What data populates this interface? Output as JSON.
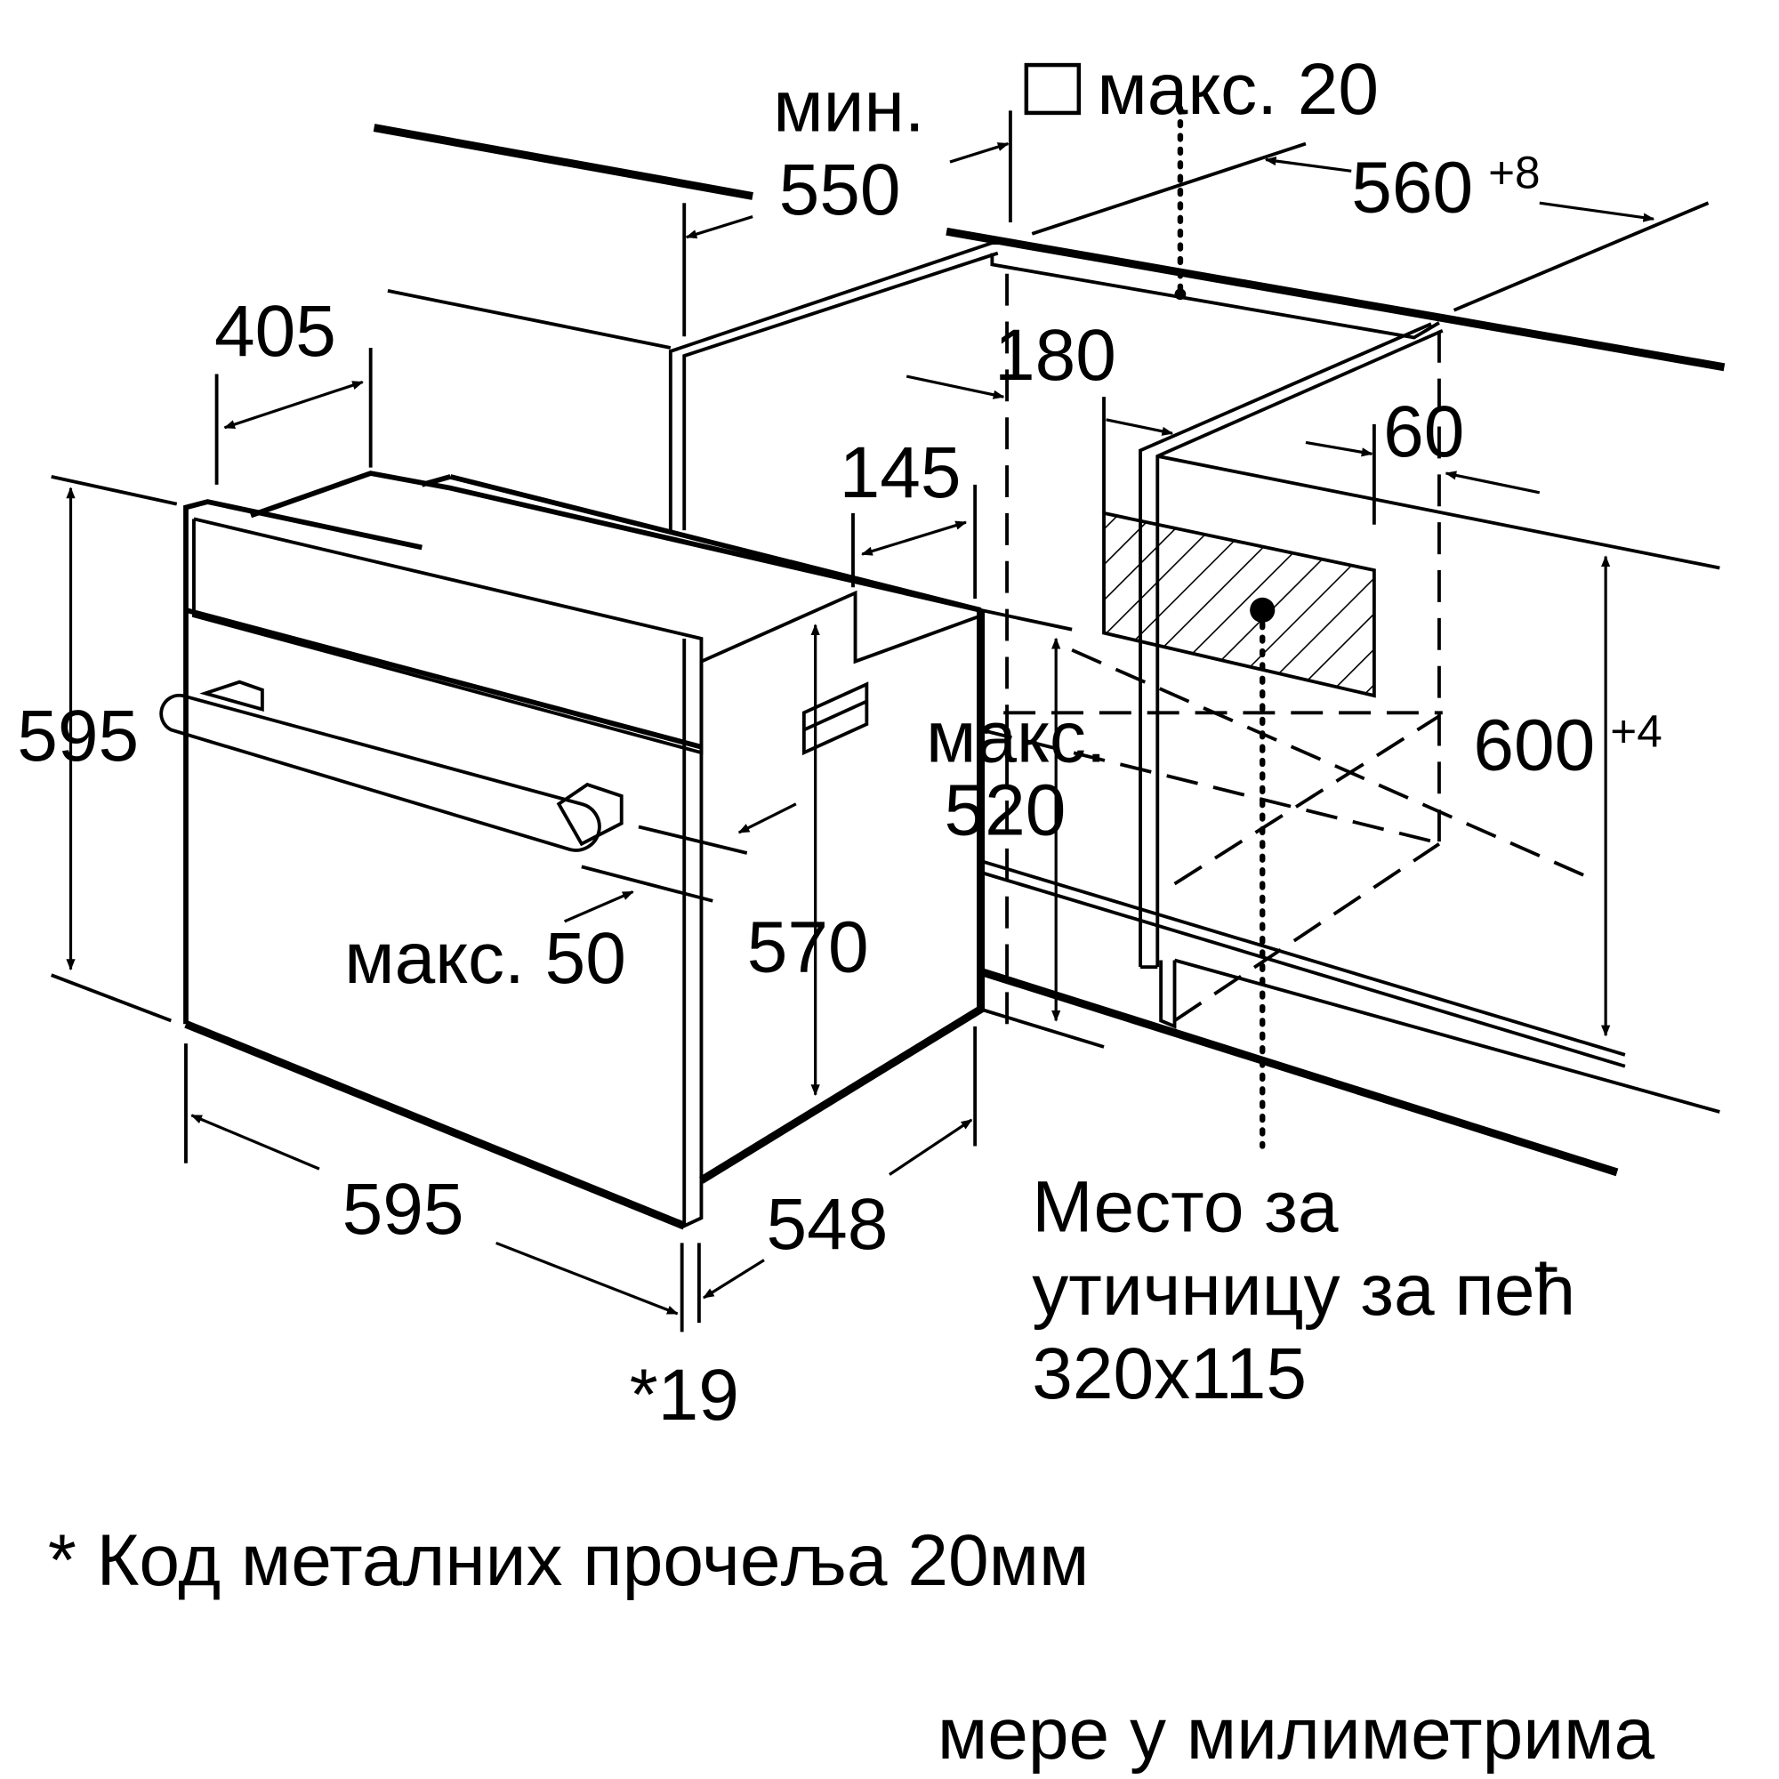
{
  "labels": {
    "min": "мин.",
    "min_550": "550",
    "max20": "макс. 20",
    "w560": "560",
    "w560_tol": "+8",
    "d405": "405",
    "d180": "180",
    "d145": "145",
    "d60": "60",
    "h595": "595",
    "h600": "600",
    "h600_tol": "+4",
    "max": "макс.",
    "max520": "520",
    "h570": "570",
    "max50": "макс. 50",
    "w595": "595",
    "d548": "548",
    "star19": "*19",
    "socket_line1": "Место за",
    "socket_line2": "утичницу за пећ",
    "socket_line3": "320x115"
  },
  "footnote": "* Код металних прочеља 20мм",
  "units_note": "мере у милиметрима"
}
